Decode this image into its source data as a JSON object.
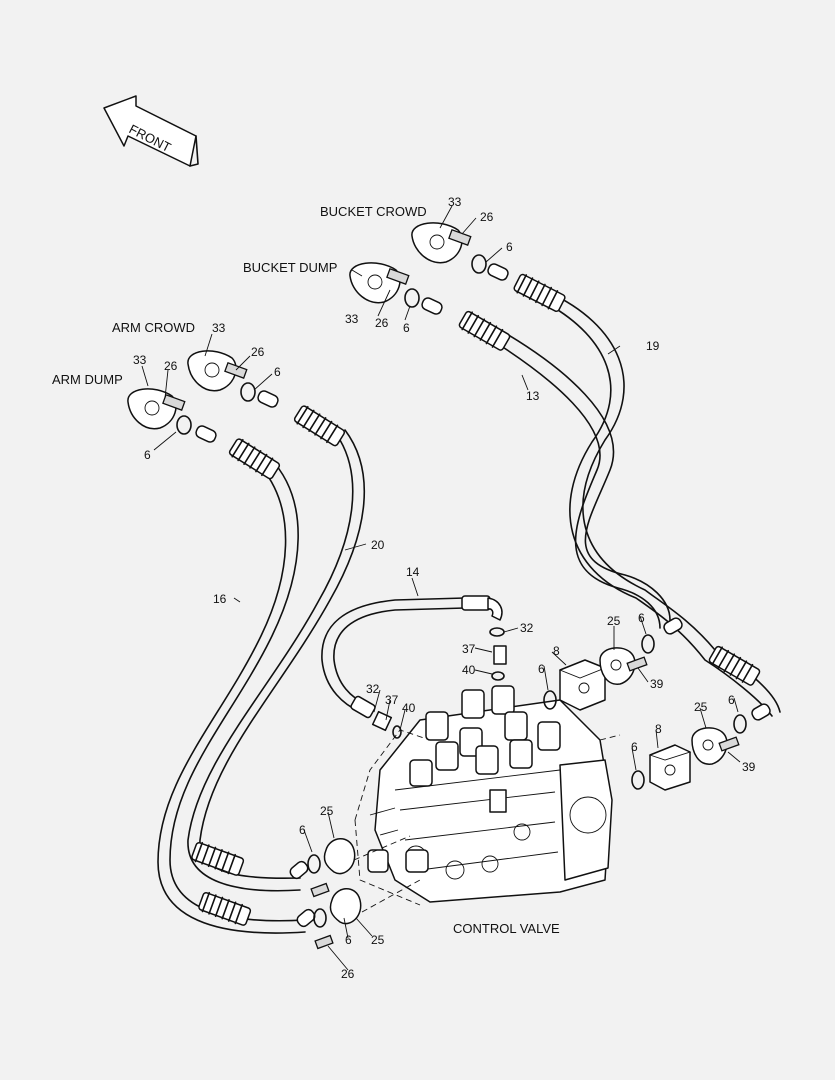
{
  "diagram": {
    "front_label": "FRONT",
    "labels": {
      "bucket_crowd": "BUCKET CROWD",
      "bucket_dump": "BUCKET DUMP",
      "arm_crowd": "ARM CROWD",
      "arm_dump": "ARM DUMP",
      "control_valve": "CONTROL VALVE"
    },
    "callouts": [
      "33",
      "26",
      "6",
      "33",
      "26",
      "6",
      "19",
      "13",
      "33",
      "26",
      "6",
      "33",
      "26",
      "6",
      "20",
      "16",
      "14",
      "32",
      "37",
      "40",
      "32",
      "37",
      "40",
      "8",
      "6",
      "25",
      "6",
      "39",
      "25",
      "6",
      "8",
      "6",
      "39",
      "25",
      "6",
      "6",
      "25",
      "26"
    ]
  }
}
